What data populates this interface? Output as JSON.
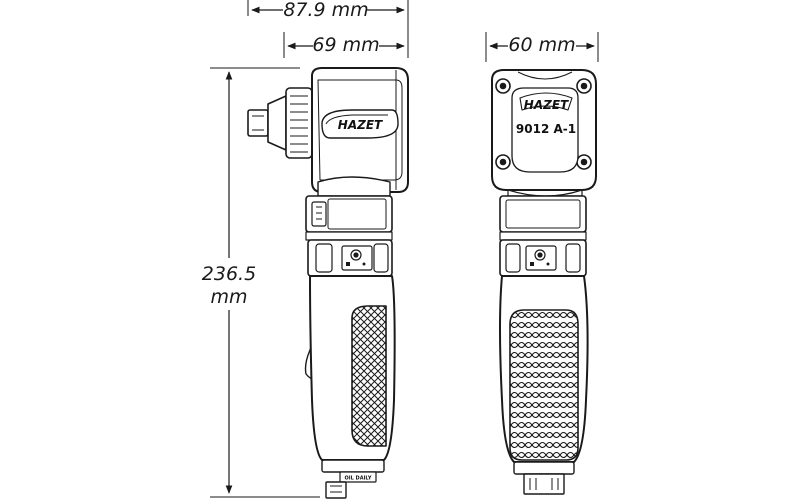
{
  "dimensions": {
    "overall_length": "87.9 mm",
    "head_width": "69 mm",
    "front_width": "60 mm",
    "height_value": "236.5",
    "height_unit": "mm"
  },
  "tool": {
    "brand": "HAZET",
    "model": "9012 A-1",
    "switch_label": "OIL DAILY"
  },
  "colors": {
    "line": "#1a1a1a",
    "fill": "#ffffff"
  }
}
